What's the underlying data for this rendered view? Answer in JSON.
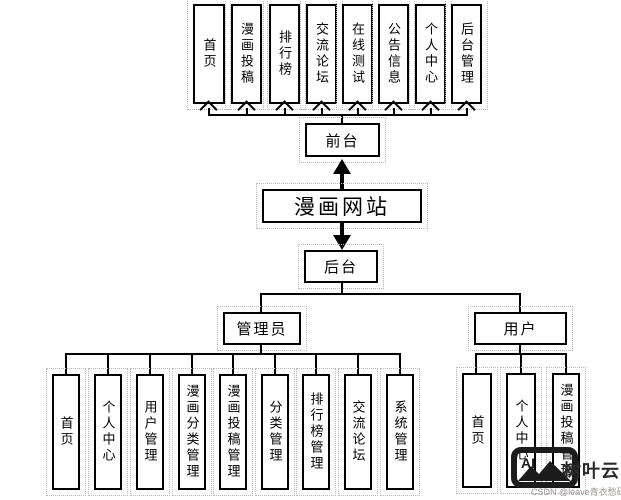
{
  "diagram": {
    "root_label": "漫画网站",
    "frontend": {
      "label": "前台",
      "items": [
        {
          "label": "首页"
        },
        {
          "label": "漫画投稿"
        },
        {
          "label": "排行榜"
        },
        {
          "label": "交流论坛"
        },
        {
          "label": "在线测试"
        },
        {
          "label": "公告信息"
        },
        {
          "label": "个人中心"
        },
        {
          "label": "后台管理"
        }
      ]
    },
    "backend": {
      "label": "后台",
      "admin": {
        "label": "管理员",
        "items": [
          {
            "label": "首页"
          },
          {
            "label": "个人中心"
          },
          {
            "label": "用户管理"
          },
          {
            "label": "漫画分类管理"
          },
          {
            "label": "漫画投稿管理"
          },
          {
            "label": "分类管理"
          },
          {
            "label": "排行榜管理"
          },
          {
            "label": "交流论坛"
          },
          {
            "label": "系统管理"
          }
        ]
      },
      "user": {
        "label": "用户",
        "items": [
          {
            "label": "首页"
          },
          {
            "label": "个人中心"
          },
          {
            "label": "漫画投稿管理"
          }
        ]
      }
    }
  },
  "watermark": {
    "logo_text": "AI",
    "brand": "树叶云",
    "attribution": "CSDN @leave青衣愁码农"
  },
  "colors": {
    "line": "#000000",
    "box_border": "#000000",
    "box_background": "#ffffff",
    "selection_dots": "#b3b9c6",
    "watermark_dark": "#1c1c1c",
    "attribution_text": "#a39494"
  }
}
